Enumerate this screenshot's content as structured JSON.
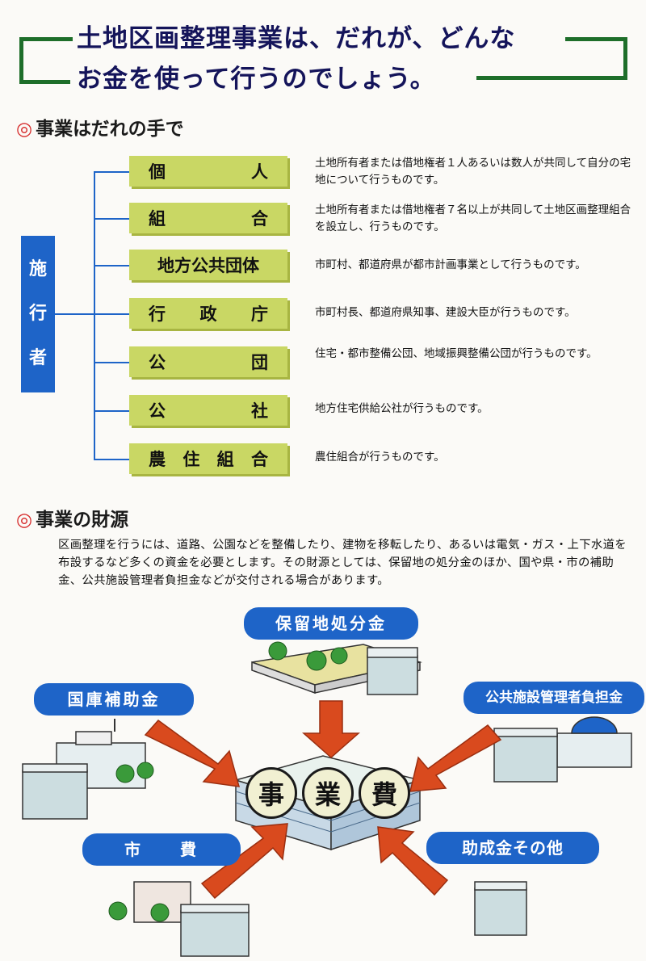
{
  "title": {
    "line1": "土地区画整理事業は、だれが、どんな",
    "line2": "お金を使って行うのでしょう。"
  },
  "section_operators": {
    "mark": "◎",
    "heading": "事業はだれの手で",
    "operator_label": [
      "施",
      "行",
      "者"
    ],
    "rows": [
      {
        "name": [
          "個",
          "人"
        ],
        "desc": "土地所有者または借地権者１人あるいは数人が共同して自分の宅地について行うものです。"
      },
      {
        "name": [
          "組",
          "合"
        ],
        "desc": "土地所有者または借地権者７名以上が共同して土地区画整理組合を設立し、行うものです。"
      },
      {
        "name": [
          "地方公共団体"
        ],
        "desc": "市町村、都道府県が都市計画事業として行うものです。"
      },
      {
        "name": [
          "行",
          "政",
          "庁"
        ],
        "desc": "市町村長、都道府県知事、建設大臣が行うものです。"
      },
      {
        "name": [
          "公",
          "団"
        ],
        "desc": "住宅・都市整備公団、地域振興整備公団が行うものです。"
      },
      {
        "name": [
          "公",
          "社"
        ],
        "desc": "地方住宅供給公社が行うものです。"
      },
      {
        "name": [
          "農",
          "住",
          "組",
          "合"
        ],
        "desc": "農住組合が行うものです。"
      }
    ]
  },
  "section_funding": {
    "mark": "◎",
    "heading": "事業の財源",
    "paragraph": "区画整理を行うには、道路、公園などを整備したり、建物を移転したり、あるいは電気・ガス・上下水道を布設するなど多くの資金を必要とします。その財源としては、保留地の処分金のほか、国や県・市の補助金、公共施設管理者負担金などが交付される場合があります。",
    "sources": {
      "reserved_land": "保留地処分金",
      "national_subsidy": "国庫補助金",
      "public_facility": "公共施設管理者負担金",
      "city": "市　　費",
      "grants_other": "助成金その他"
    },
    "project_cost": [
      "事",
      "業",
      "費"
    ]
  },
  "colors": {
    "title": "#14145a",
    "bracket": "#1e6e2a",
    "accent_blue": "#1e64c8",
    "entity_green": "#c9d764",
    "arrow": "#d94a1e",
    "mark_red": "#d62b2b"
  }
}
